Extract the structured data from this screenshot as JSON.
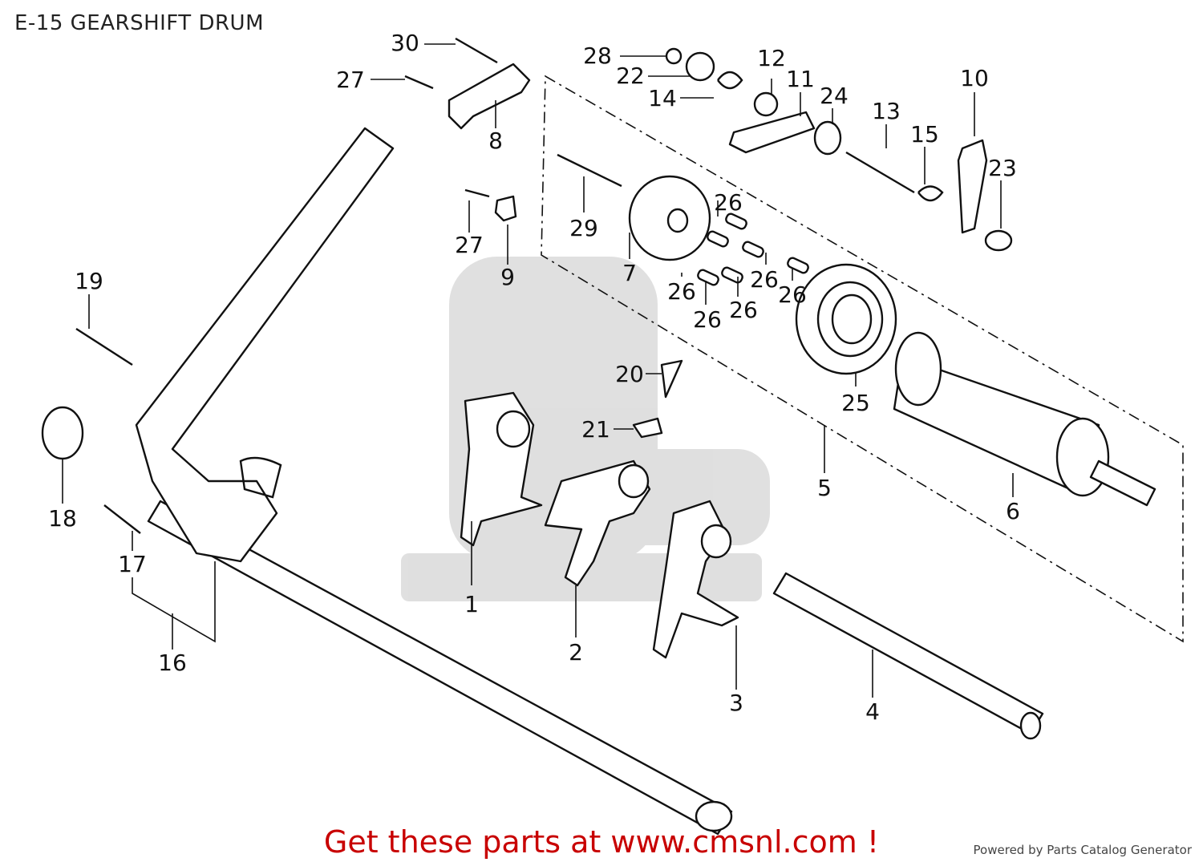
{
  "title": "E-15 GEARSHIFT DRUM",
  "cta": "Get these parts at www.cmsnl.com !",
  "footer": "Powered by Parts Catalog Generator",
  "callouts": [
    "1",
    "2",
    "3",
    "4",
    "5",
    "6",
    "7",
    "8",
    "9",
    "10",
    "11",
    "12",
    "13",
    "14",
    "15",
    "16",
    "17",
    "18",
    "19",
    "20",
    "21",
    "22",
    "23",
    "24",
    "25",
    "26",
    "27",
    "28",
    "29",
    "30"
  ]
}
